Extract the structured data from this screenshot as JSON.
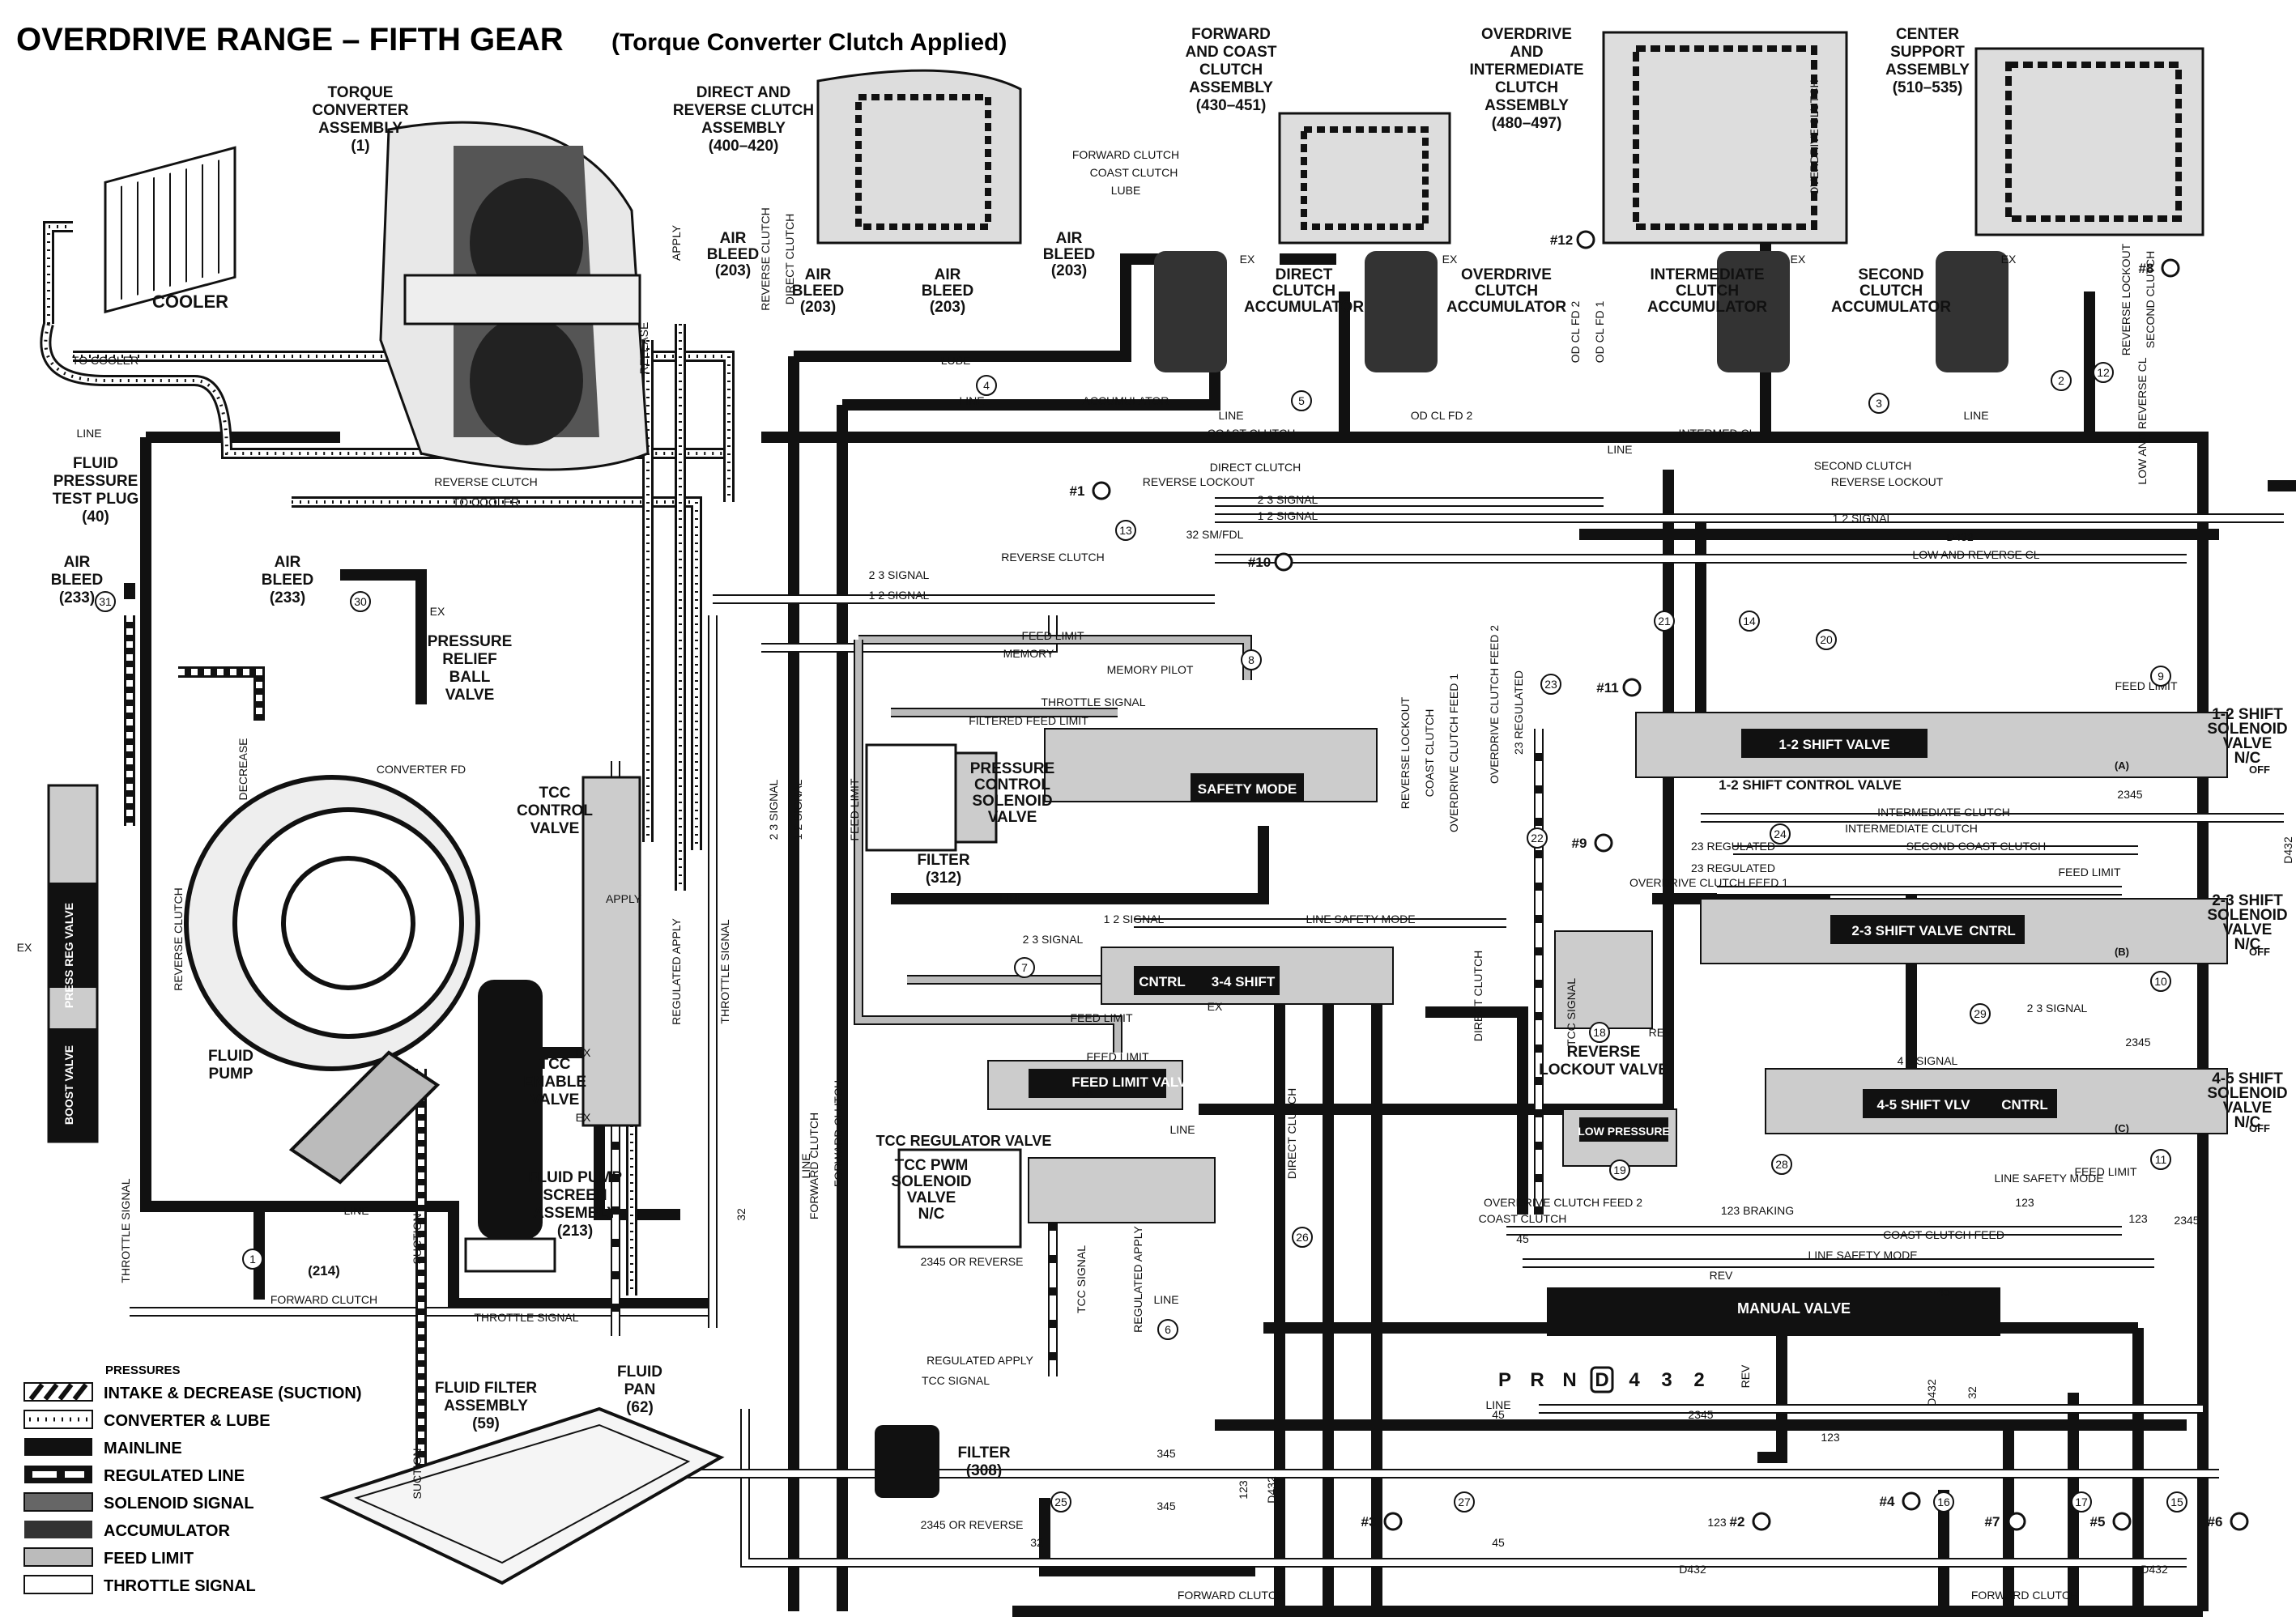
{
  "title": "OVERDRIVE RANGE – FIFTH GEAR",
  "subtitle": "(Torque Converter Clutch Applied)",
  "components": {
    "torque_converter": [
      "TORQUE",
      "CONVERTER",
      "ASSEMBLY",
      "(1)"
    ],
    "direct_reverse_clutch": [
      "DIRECT AND",
      "REVERSE CLUTCH",
      "ASSEMBLY",
      "(400–420)"
    ],
    "forward_coast_clutch": [
      "FORWARD",
      "AND COAST",
      "CLUTCH",
      "ASSEMBLY",
      "(430–451)"
    ],
    "od_int_clutch": [
      "OVERDRIVE",
      "AND",
      "INTERMEDIATE",
      "CLUTCH",
      "ASSEMBLY",
      "(480–497)"
    ],
    "center_support": [
      "CENTER",
      "SUPPORT",
      "ASSEMBLY",
      "(510–535)"
    ],
    "cooler": "COOLER",
    "fluid_pressure_test_plug": [
      "FLUID",
      "PRESSURE",
      "TEST PLUG",
      "(40)"
    ],
    "air_bleed_233_left": [
      "AIR",
      "BLEED",
      "(233)"
    ],
    "air_bleed_233_mid": [
      "AIR",
      "BLEED",
      "(233)"
    ],
    "pressure_relief": [
      "PRESSURE",
      "RELIEF",
      "BALL",
      "VALVE"
    ],
    "tcc_control_valve": [
      "TCC",
      "CONTROL",
      "VALVE"
    ],
    "tcc_enable_valve": [
      "TCC",
      "ENABLE",
      "VALVE"
    ],
    "fluid_pump": [
      "FLUID",
      "PUMP"
    ],
    "fluid_pump_screen": [
      "FLUID PUMP",
      "SCREEN",
      "ASSEMBLY",
      "(213)"
    ],
    "fluid_filter": [
      "FLUID FILTER",
      "ASSEMBLY",
      "(59)"
    ],
    "fluid_pan": [
      "FLUID",
      "PAN",
      "(62)"
    ],
    "filter_312": [
      "FILTER",
      "(312)"
    ],
    "filter_308": [
      "FILTER",
      "(308)"
    ],
    "pcs_valve": [
      "PRESSURE",
      "CONTROL",
      "SOLENOID",
      "VALVE"
    ],
    "tcc_regulator": "TCC REGULATOR VALVE",
    "tcc_pwm": [
      "TCC PWM",
      "SOLENOID",
      "VALVE",
      "N/C"
    ],
    "feed_limit_valve": "FEED LIMIT VALVE",
    "safety_mode": "SAFETY MODE",
    "shift_34": "3-4 SHIFT",
    "shift_34_cntrl": "CNTRL",
    "shift_12": "1-2 SHIFT VALVE",
    "shift_12_control": "1-2 SHIFT CONTROL VALVE",
    "shift_23": "2-3 SHIFT VALVE",
    "shift_23_cntrl": "CNTRL",
    "shift_45": "4-5 SHIFT VLV",
    "shift_45_cntrl": "CNTRL",
    "sol_12": [
      "1-2 SHIFT",
      "SOLENOID",
      "VALVE",
      "N/C"
    ],
    "sol_23": [
      "2-3 SHIFT",
      "SOLENOID",
      "VALVE",
      "N/C"
    ],
    "sol_45": [
      "4-5 SHIFT",
      "SOLENOID",
      "VALVE",
      "N/C"
    ],
    "sol_tags": [
      "(A)",
      "(B)",
      "(C)"
    ],
    "off": "OFF",
    "reverse_lockout": [
      "REVERSE",
      "LOCKOUT VALVE"
    ],
    "low_pressure": "LOW PRESSURE",
    "manual_valve": "MANUAL VALVE",
    "prndl": [
      "P",
      "R",
      "N",
      "D",
      "4",
      "3",
      "2"
    ],
    "direct_acc": [
      "DIRECT",
      "CLUTCH",
      "ACCUMULATOR"
    ],
    "od_acc": [
      "OVERDRIVE",
      "CLUTCH",
      "ACCUMULATOR"
    ],
    "int_acc": [
      "INTERMEDIATE",
      "CLUTCH",
      "ACCUMULATOR"
    ],
    "second_acc": [
      "SECOND",
      "CLUTCH",
      "ACCUMULATOR"
    ],
    "press_reg": "PRESS REG VALVE",
    "boost": "BOOST VALVE",
    "air_bleed_203": [
      "AIR",
      "BLEED",
      "(203)"
    ],
    "part_214": "(214)"
  },
  "checkballs": [
    "#1",
    "#2",
    "#3",
    "#4",
    "#5",
    "#6",
    "#7",
    "#8",
    "#9",
    "#10",
    "#11",
    "#12"
  ],
  "numbered": [
    "1",
    "2",
    "3",
    "4",
    "5",
    "6",
    "7",
    "8",
    "9",
    "10",
    "11",
    "12",
    "13",
    "14",
    "15",
    "16",
    "17",
    "18",
    "19",
    "20",
    "21",
    "22",
    "23",
    "24",
    "25",
    "26",
    "27",
    "28",
    "29",
    "30",
    "31"
  ],
  "circuits": {
    "forward_clutch": "FORWARD CLUTCH",
    "coast_clutch": "COAST CLUTCH",
    "lube": "LUBE",
    "to_cooler": "TO COOLER",
    "line": "LINE",
    "reverse_clutch": "REVERSE CLUTCH",
    "direct_clutch": "DIRECT CLUTCH",
    "reverse_lockout": "REVERSE LOCKOUT",
    "second_clutch": "SECOND CLUTCH",
    "intermed_cl": "INTERMED CL",
    "od_cl_fd2": "OD CL FD 2",
    "od_cl_fd1": "OD CL FD 1",
    "overdrive_clutch": "OVERDRIVE CLUTCH",
    "intermediate_clutch": "INTERMEDIATE CLUTCH",
    "second_coast_clutch": "SECOND COAST CLUTCH",
    "low_and_reverse_cl": "LOW AND REVERSE CL",
    "sig_12": "1 2 SIGNAL",
    "sig_23": "2 3 SIGNAL",
    "sig_45": "4 5 SIGNAL",
    "d432": "D432",
    "feed_limit": "FEED LIMIT",
    "memory": "MEMORY",
    "memory_pilot": "MEMORY PILOT",
    "throttle_signal": "THROTTLE SIGNAL",
    "filtered_feed_limit": "FILTERED FEED LIMIT",
    "converter_fd": "CONVERTER FD",
    "apply": "APPLY",
    "release": "RELEASE",
    "decrease": "DECREASE",
    "regulated_apply": "REGULATED APPLY",
    "tcc_signal": "TCC SIGNAL",
    "regulated_23": "23 REGULATED",
    "overdrive_clutch_feed1": "OVERDRIVE CLUTCH FEED 1",
    "overdrive_clutch_feed2": "OVERDRIVE CLUTCH FEED 2",
    "line_safety_mode": "LINE SAFETY MODE",
    "rev": "REV",
    "braking_123": "123 BRAKING",
    "coast_clutch_feed": "COAST CLUTCH FEED",
    "s2345": "2345",
    "s2345_rev": "2345 OR REVERSE",
    "s345": "345",
    "s45": "45",
    "s123": "123",
    "s32": "32",
    "sm_fdl_32": "32 SM/FDL",
    "accumulator": "ACCUMULATOR",
    "suction": "SUCTION",
    "ex": "EX"
  },
  "legend": {
    "title": "PRESSURES",
    "items": [
      "INTAKE & DECREASE (SUCTION)",
      "CONVERTER & LUBE",
      "MAINLINE",
      "REGULATED LINE",
      "SOLENOID SIGNAL",
      "ACCUMULATOR",
      "FEED LIMIT",
      "THROTTLE SIGNAL"
    ]
  }
}
